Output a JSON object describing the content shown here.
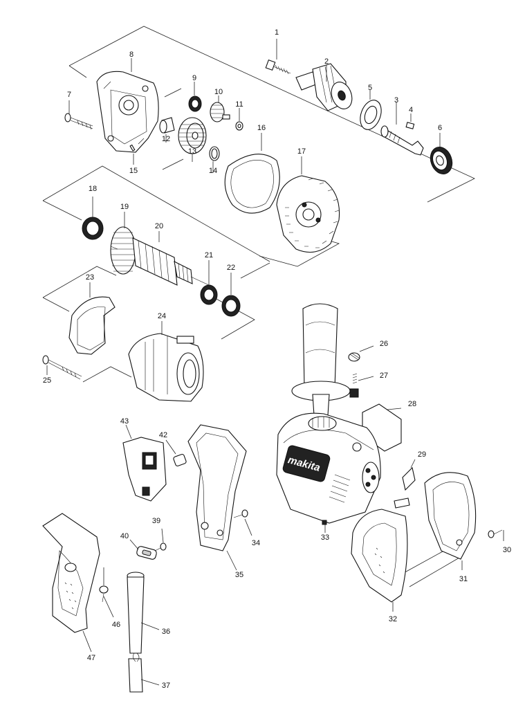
{
  "diagram": {
    "type": "exploded-parts-view",
    "brand_logo": "makita",
    "part_numbers": [
      "1",
      "2",
      "3",
      "4",
      "5",
      "6",
      "7",
      "8",
      "9",
      "10",
      "11",
      "12",
      "13",
      "14",
      "15",
      "16",
      "17",
      "18",
      "19",
      "20",
      "21",
      "22",
      "23",
      "24",
      "25",
      "26",
      "27",
      "28",
      "29",
      "30",
      "31",
      "32",
      "33",
      "34",
      "35",
      "36",
      "37",
      "39",
      "40",
      "42",
      "43",
      "46",
      "47"
    ]
  }
}
